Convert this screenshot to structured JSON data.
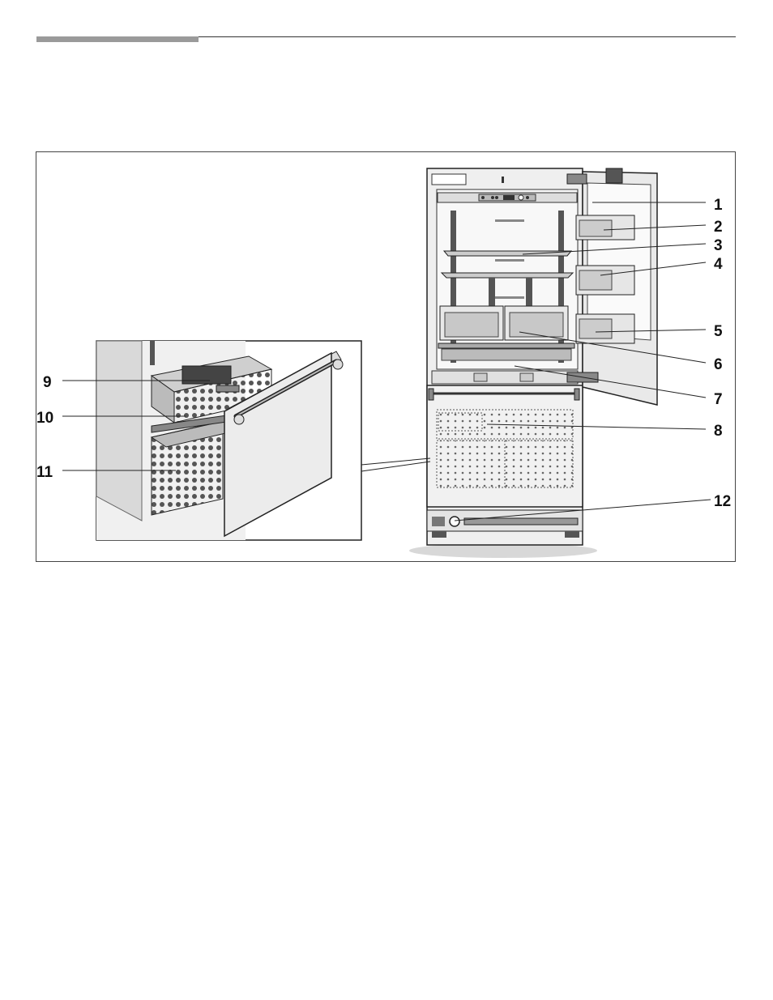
{
  "callouts": {
    "c1": "1",
    "c2": "2",
    "c3": "3",
    "c4": "4",
    "c5": "5",
    "c6": "6",
    "c7": "7",
    "c8": "8",
    "c9": "9",
    "c10": "10",
    "c11": "11",
    "c12": "12"
  },
  "colors": {
    "outline": "#222222",
    "panel": "#e6e6e6",
    "shade": "#bdbdbd",
    "dark": "#555555",
    "rule_bar": "#9a9a9a"
  }
}
